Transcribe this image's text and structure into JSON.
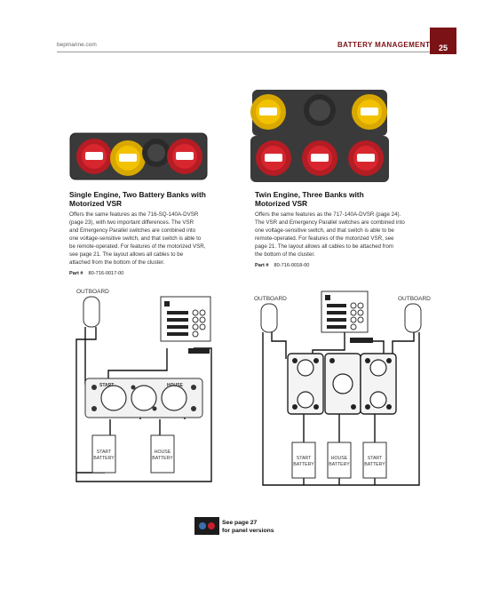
{
  "header": {
    "site": "bepmarine.com",
    "section": "BATTERY MANAGEMENT",
    "page_number": "25"
  },
  "products": [
    {
      "title_line1": "Single Engine, Two Battery Banks with",
      "title_line2": "Motorized VSR",
      "description": [
        "Offers the same features as the 716-SQ-140A-DVSR",
        "(page 23), with two important differences. The VSR",
        "and Emergency Parallel switches are combined into",
        "one voltage-sensitive switch, and that switch is able to",
        "be remote-operated. For features of the motorized VSR,",
        "see page 21. The layout allows all cables to be",
        "attached from the bottom of the cluster."
      ],
      "part_label": "Part #",
      "part_number": "80-716-0017-00"
    },
    {
      "title_line1": "Twin Engine, Three Banks with",
      "title_line2": "Motorized VSR",
      "description": [
        "Offers the same features as the 717-140A-DVSR (page 24).",
        "The VSR and Emergency Parallel switches are combined into",
        "one voltage-sensitive switch, and that switch is able to be",
        "remote-operated. For features of the motorized VSR, see",
        "page 21. The layout allows all cables to be attached from",
        "the bottom of the cluster."
      ],
      "part_label": "Part #",
      "part_number": "80-716-0018-00"
    }
  ],
  "diagram_left": {
    "outboard": "OUTBOARD",
    "switch_start": "START",
    "switch_house": "HOUSE",
    "battery_start_line1": "START",
    "battery_start_line2": "BATTERY",
    "battery_house_line1": "HOUSE",
    "battery_house_line2": "BATTERY"
  },
  "diagram_right": {
    "outboard_left": "OUTBOARD",
    "outboard_right": "OUTBOARD",
    "battery1_line1": "START",
    "battery1_line2": "BATTERY",
    "battery2_line1": "HOUSE",
    "battery2_line2": "BATTERY",
    "battery3_line1": "START",
    "battery3_line2": "BATTERY"
  },
  "footer": {
    "line1": "See page 27",
    "line2": "for panel versions"
  },
  "colors": {
    "brand": "#7a1216",
    "switch_red": "#c8202a",
    "switch_yellow": "#f2c200"
  }
}
